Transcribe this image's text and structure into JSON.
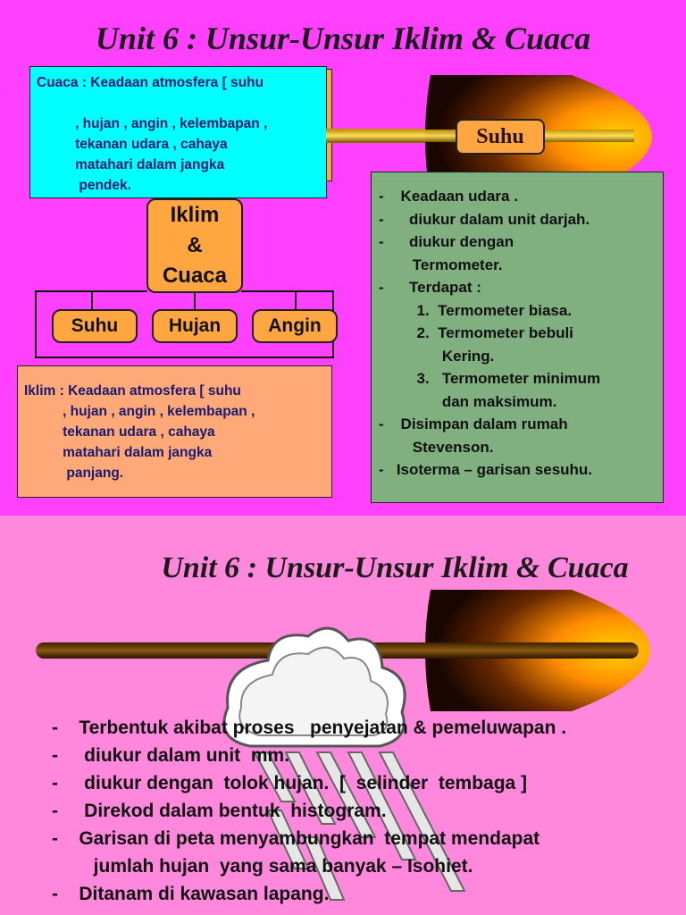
{
  "slide1": {
    "title": "Unit 6 : Unsur-Unsur Iklim & Cuaca",
    "cuaca_text": "Cuaca : Keadaan atmosfera [ suhu\n\n          , hujan , angin , kelembapan ,\n          tekanan udara , cahaya\n          matahari dalam jangka\n           pendek.",
    "center_node": "Iklim\n&\nCuaca",
    "nodes": [
      "Suhu",
      "Hujan",
      "Angin"
    ],
    "iklim_text": "Iklim : Keadaan atmosfera [ suhu\n          , hujan , angin , kelembapan ,\n          tekanan udara , cahaya\n          matahari dalam jangka\n           panjang.",
    "pointer_label": "Suhu",
    "suhu_points": [
      "-    Keadaan udara .",
      "-      diukur dalam unit darjah.",
      "-      diukur dengan",
      "        Termometer.",
      "-      Terdapat :",
      "         1.  Termometer biasa.",
      "         2.  Termometer bebuli",
      "               Kering.",
      "         3.   Termometer minimum",
      "               dan maksimum.",
      "-    Disimpan dalam rumah",
      "        Stevenson.",
      "-   Isoterma – garisan sesuhu."
    ]
  },
  "slide2": {
    "title": "Unit 6 : Unsur-Unsur Iklim & Cuaca",
    "hujan_points": [
      "-    Terbentuk akibat proses   penyejatan & pemeluwapan .",
      "-     diukur dalam unit  mm.",
      "-     diukur dengan  tolok hujan.  [  selinder  tembaga ]",
      "-     Direkod dalam bentuk  histogram.",
      "-    Garisan di peta menyambungkan  tempat mendapat",
      "        jumlah hujan  yang sama banyak – Isohiet.",
      "-    Ditanam di kawasan lapang."
    ]
  },
  "colors": {
    "slide1_bg": "#ff40ff",
    "slide2_bg": "#ff88dd",
    "cuaca_box": "#00ffff",
    "iklim_box": "#ffa978",
    "suhu_box": "#80b080",
    "node_fill": "#ffa640"
  }
}
